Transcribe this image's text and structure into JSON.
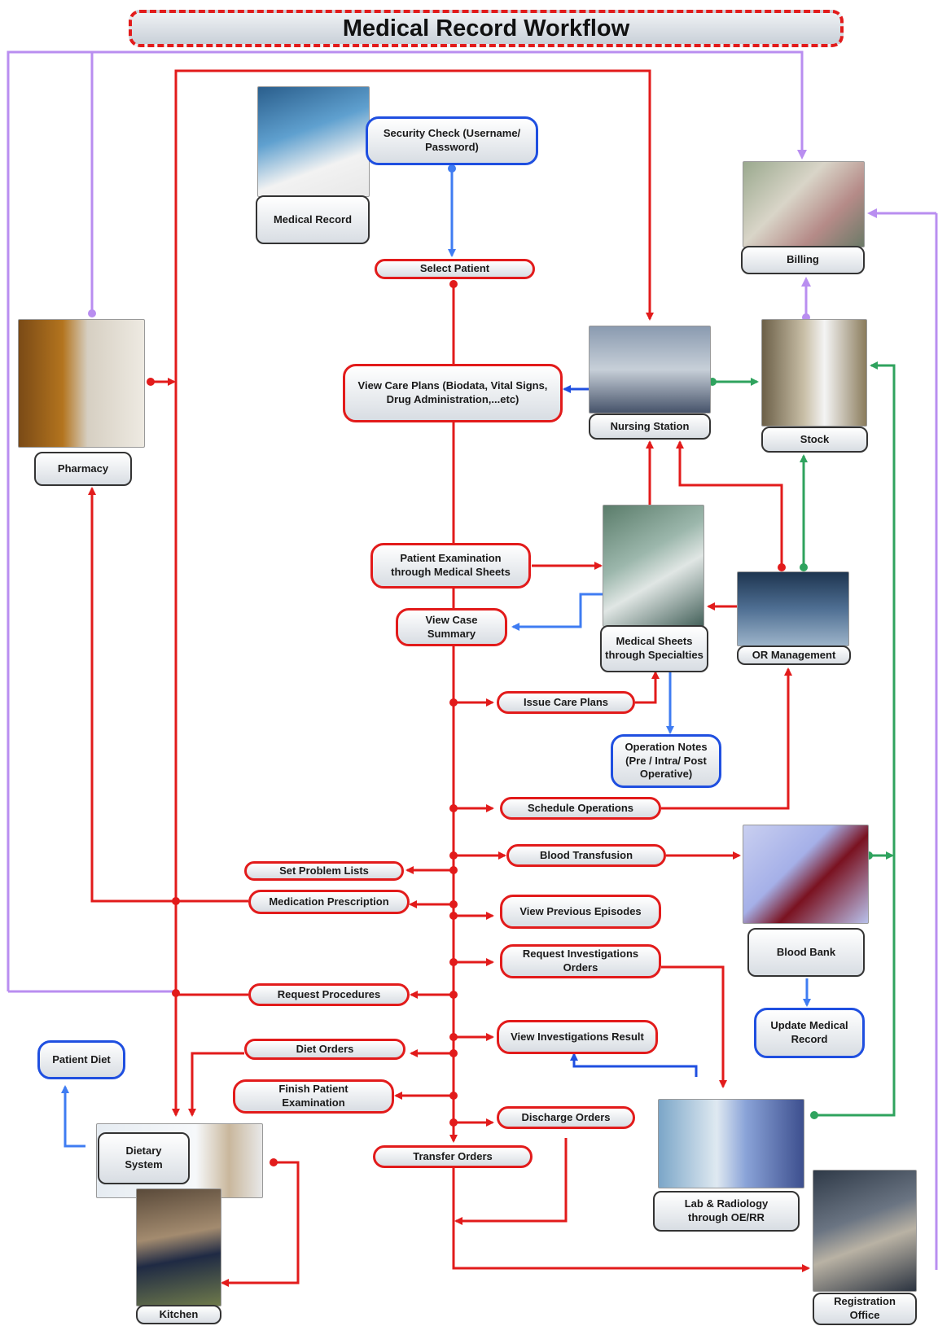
{
  "title": "Medical Record Workflow",
  "nodes": {
    "security_check": "Security Check (Username/ Password)",
    "medical_record": "Medical Record",
    "select_patient": "Select Patient",
    "billing": "Billing",
    "pharmacy": "Pharmacy",
    "view_care_plans": "View Care Plans (Biodata, Vital Signs, Drug Administration,...etc)",
    "nursing_station": "Nursing Station",
    "stock": "Stock",
    "patient_examination": "Patient Examination through Medical Sheets",
    "view_case_summary": "View Case Summary",
    "medical_sheets": "Medical Sheets through Specialties",
    "or_management": "OR Management",
    "issue_care_plans": "Issue Care Plans",
    "operation_notes": "Operation Notes (Pre / Intra/ Post Operative)",
    "schedule_operations": "Schedule Operations",
    "blood_transfusion": "Blood Transfusion",
    "set_problem_lists": "Set Problem Lists",
    "medication_prescription": "Medication Prescription",
    "view_previous_episodes": "View Previous Episodes",
    "request_investigations_orders": "Request Investigations Orders",
    "blood_bank": "Blood Bank",
    "update_medical_record": "Update Medical Record",
    "request_procedures": "Request Procedures",
    "view_investigations_result": "View Investigations Result",
    "patient_diet": "Patient Diet",
    "diet_orders": "Diet Orders",
    "finish_patient_examination": "Finish Patient Examination",
    "discharge_orders": "Discharge Orders",
    "dietary_system": "Dietary System",
    "transfer_orders": "Transfer Orders",
    "lab_radiology": "Lab & Radiology through OE/RR",
    "kitchen": "Kitchen",
    "registration_office": "Registration Office"
  },
  "colors": {
    "red": "#e21b1b",
    "blue": "#1f4fe0",
    "light_blue": "#3f7cf2",
    "purple": "#b98ef0",
    "green": "#2fa35e"
  },
  "photos": [
    "doctor-photo",
    "billing-photo",
    "pharmacy-photo",
    "nursing-station-photo",
    "stock-photo",
    "medical-sheets-photo",
    "or-photo",
    "blood-bank-photo",
    "dietary-photo",
    "kitchen-photo",
    "lab-photo",
    "registration-photo"
  ]
}
